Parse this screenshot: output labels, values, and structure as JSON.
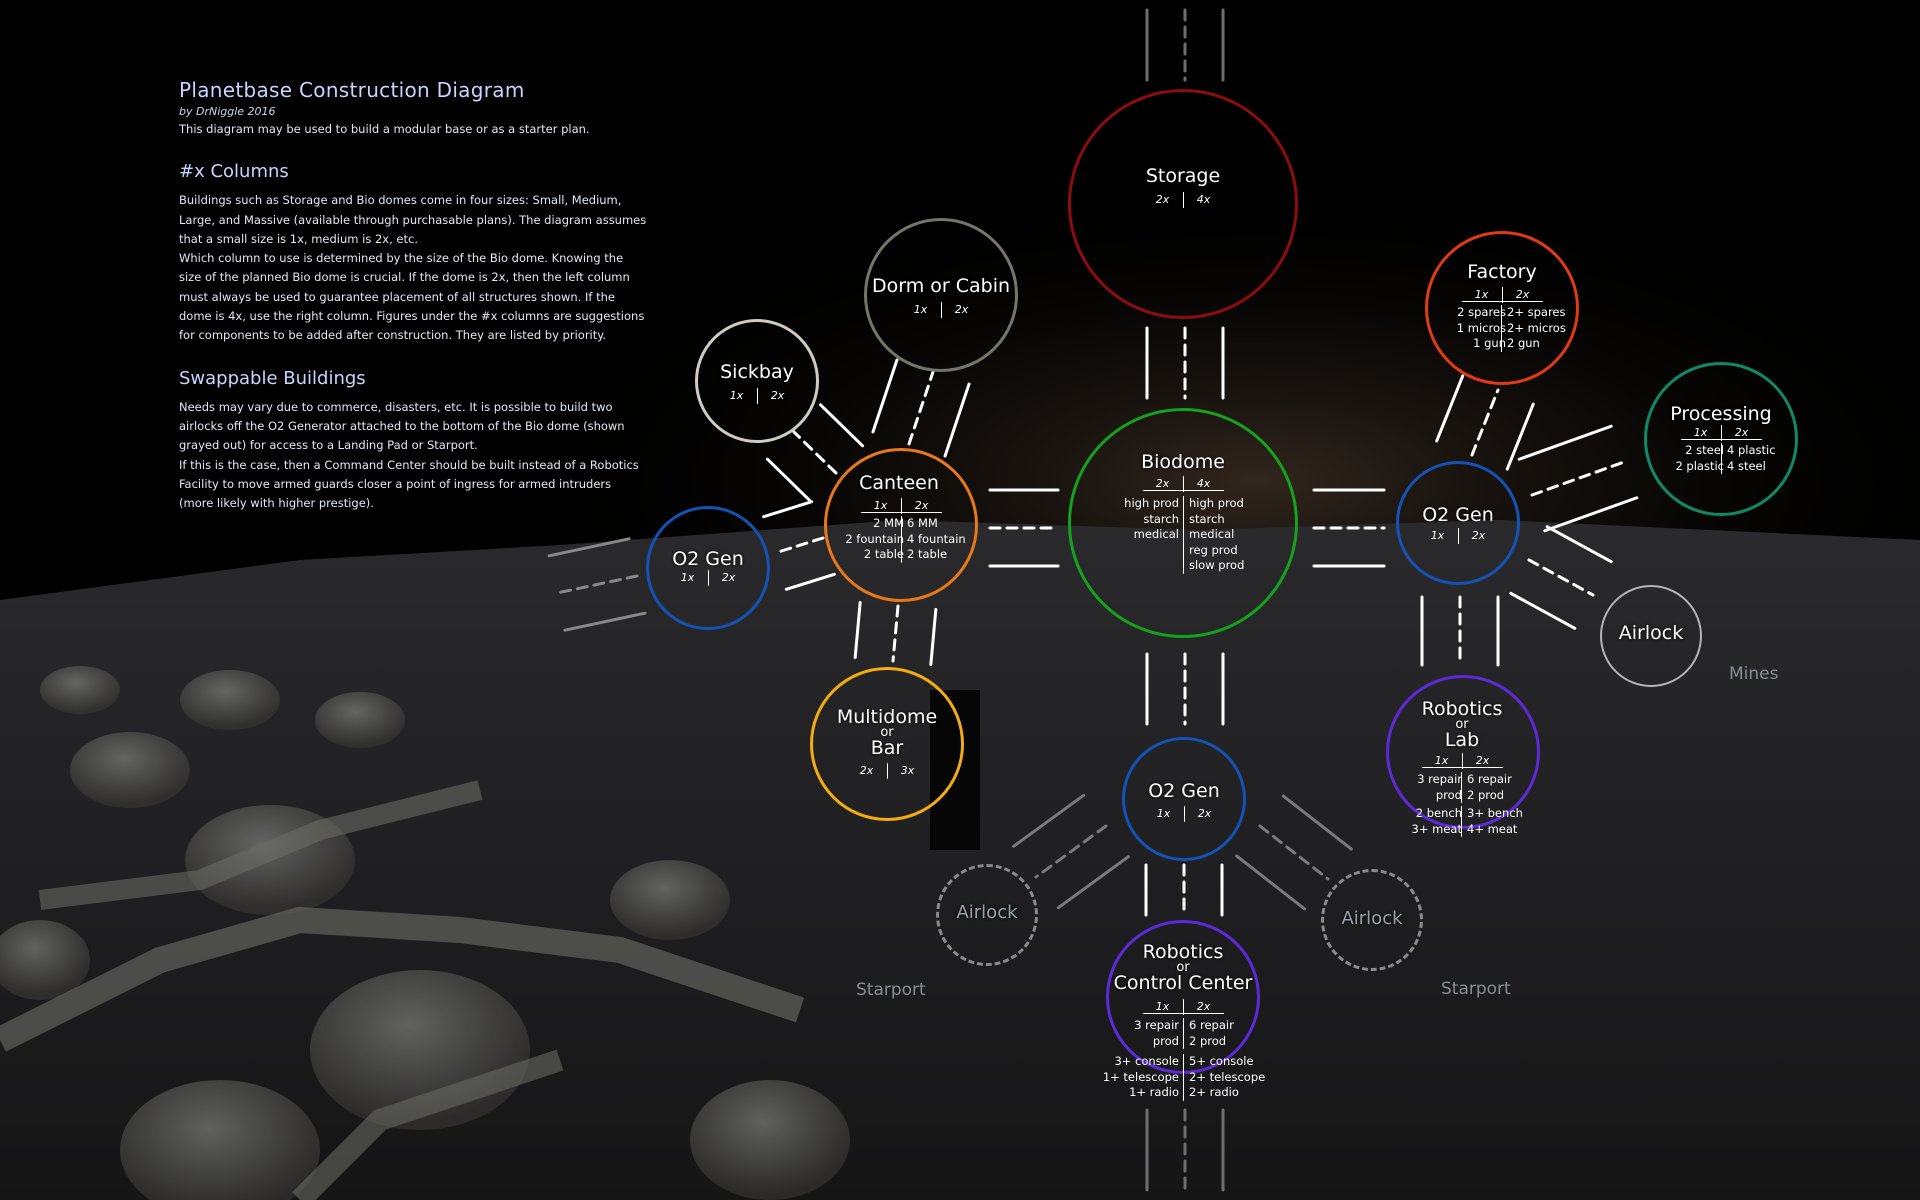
{
  "intro": {
    "title": "Planetbase Construction Diagram",
    "byline": "by DrNiggle 2016",
    "summary": "This diagram may be used to build a modular base or as a starter plan.",
    "columns_heading": "#x Columns",
    "columns_p1": "Buildings such as Storage and Bio domes come in four sizes: Small, Medium, Large, and Massive (available through purchasable plans). The diagram assumes that a small size is 1x, medium is 2x, etc.",
    "columns_p2": "Which column to use is determined by the size of the Bio dome. Knowing the size of the planned Bio dome is crucial. If the dome is 2x, then the left column must always be used to guarantee placement of all structures shown. If the dome is 4x, use the right column. Figures under the #x columns are suggestions for components to be added after construction. They are listed by priority.",
    "swap_heading": "Swappable Buildings",
    "swap_p1": "Needs may vary due to commerce, disasters, etc. It is possible to build two airlocks off the O2 Generator attached to the bottom of the Bio dome (shown grayed out) for access to a Landing Pad or Starport.",
    "swap_p2": "If this is the case, then a Command Center should be built instead of a Robotics Facility to move armed guards closer a point of ingress for armed intruders (more likely with higher prestige)."
  },
  "colors": {
    "storage": "#8c0c10",
    "biodome": "#15a11d",
    "canteen": "#e7791a",
    "o2": "#1452b5",
    "sickbay": "#cfcac2",
    "dorm": "#77746c",
    "multidome": "#f3ad12",
    "factory": "#e03a16",
    "processing": "#0f8a66",
    "robotics": "#5b2bd8",
    "airlock": "#b4b4b4",
    "airlock_faint": "#8a8a8a"
  },
  "nodes": {
    "storage": {
      "title": "Storage",
      "m1": "2x",
      "m2": "4x"
    },
    "dorm": {
      "title": "Dorm or Cabin",
      "m1": "1x",
      "m2": "2x"
    },
    "sickbay": {
      "title": "Sickbay",
      "m1": "1x",
      "m2": "2x"
    },
    "canteen": {
      "title": "Canteen",
      "m1": "1x",
      "m2": "2x",
      "left": [
        "2 MM",
        "2 fountain",
        "2 table"
      ],
      "right": [
        "6 MM",
        "4 fountain",
        "2 table"
      ]
    },
    "o2_left": {
      "title": "O2 Gen",
      "m1": "1x",
      "m2": "2x"
    },
    "multidome": {
      "title": "Multidome",
      "or": "or",
      "title2": "Bar",
      "m1": "2x",
      "m2": "3x"
    },
    "biodome": {
      "title": "Biodome",
      "m1": "2x",
      "m2": "4x",
      "left": [
        "high prod",
        "starch",
        "medical"
      ],
      "right": [
        "high prod",
        "starch",
        "medical",
        "reg prod",
        "slow prod"
      ]
    },
    "factory": {
      "title": "Factory",
      "m1": "1x",
      "m2": "2x",
      "left": [
        "2 spares",
        "1 micros",
        "1 gun"
      ],
      "right": [
        "2+ spares",
        "2+ micros",
        "2 gun"
      ]
    },
    "processing": {
      "title": "Processing",
      "m1": "1x",
      "m2": "2x",
      "left": [
        "2 steel",
        "2 plastic"
      ],
      "right": [
        "4 plastic",
        "4 steel"
      ]
    },
    "o2_right": {
      "title": "O2 Gen",
      "m1": "1x",
      "m2": "2x"
    },
    "airlock_right": {
      "title": "Airlock"
    },
    "robotics_lab": {
      "title": "Robotics",
      "or": "or",
      "title2": "Lab",
      "m1": "1x",
      "m2": "2x",
      "left": [
        "3 repair",
        "prod"
      ],
      "right": [
        "6 repair",
        "2 prod"
      ],
      "left2": [
        "2 bench",
        "3+ meat"
      ],
      "right2": [
        "3+ bench",
        "4+ meat"
      ]
    },
    "o2_bottom": {
      "title": "O2 Gen",
      "m1": "1x",
      "m2": "2x"
    },
    "robotics_cc": {
      "title": "Robotics",
      "or": "or",
      "title2": "Control Center",
      "m1": "1x",
      "m2": "2x",
      "left": [
        "3 repair",
        "prod"
      ],
      "right": [
        "6 repair",
        "2 prod"
      ],
      "left2": [
        "3+ console",
        "1+ telescope",
        "1+ radio"
      ],
      "right2": [
        "5+ console",
        "2+ telescope",
        "2+ radio"
      ]
    },
    "airlock_bl": {
      "title": "Airlock"
    },
    "airlock_br": {
      "title": "Airlock"
    }
  },
  "labels": {
    "mines": "Mines",
    "starport_left": "Starport",
    "starport_right": "Starport"
  }
}
